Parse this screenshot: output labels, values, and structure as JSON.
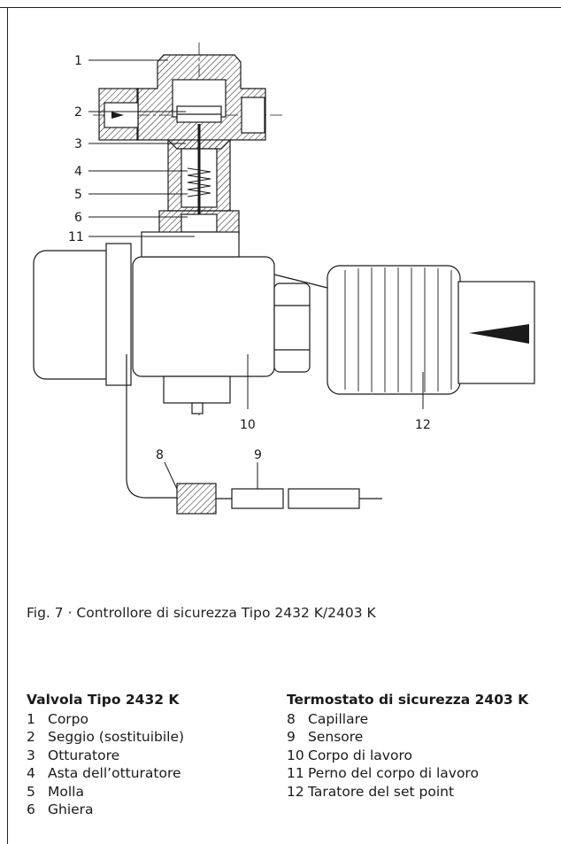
{
  "figure": {
    "callouts": {
      "c1": "1",
      "c2": "2",
      "c3": "3",
      "c4": "4",
      "c5": "5",
      "c6": "6",
      "c11": "11",
      "c10": "10",
      "c12": "12",
      "c8": "8",
      "c9": "9"
    }
  },
  "caption": "Fig. 7 · Controllore di sicurezza Tipo 2432 K/2403 K",
  "legend": {
    "valve": {
      "title": "Valvola Tipo 2432 K",
      "items": [
        {
          "num": "1",
          "label": "Corpo"
        },
        {
          "num": "2",
          "label": "Seggio (sostituibile)"
        },
        {
          "num": "3",
          "label": "Otturatore"
        },
        {
          "num": "4",
          "label": "Asta dell’otturatore"
        },
        {
          "num": "5",
          "label": "Molla"
        },
        {
          "num": "6",
          "label": "Ghiera"
        }
      ]
    },
    "thermostat": {
      "title": "Termostato di sicurezza 2403 K",
      "items": [
        {
          "num": "8",
          "label": "Capillare"
        },
        {
          "num": "9",
          "label": "Sensore"
        },
        {
          "num": "10",
          "label": "Corpo di lavoro"
        },
        {
          "num": "11",
          "label": "Perno del corpo di lavoro"
        },
        {
          "num": "12",
          "label": "Taratore del set point"
        }
      ]
    }
  }
}
